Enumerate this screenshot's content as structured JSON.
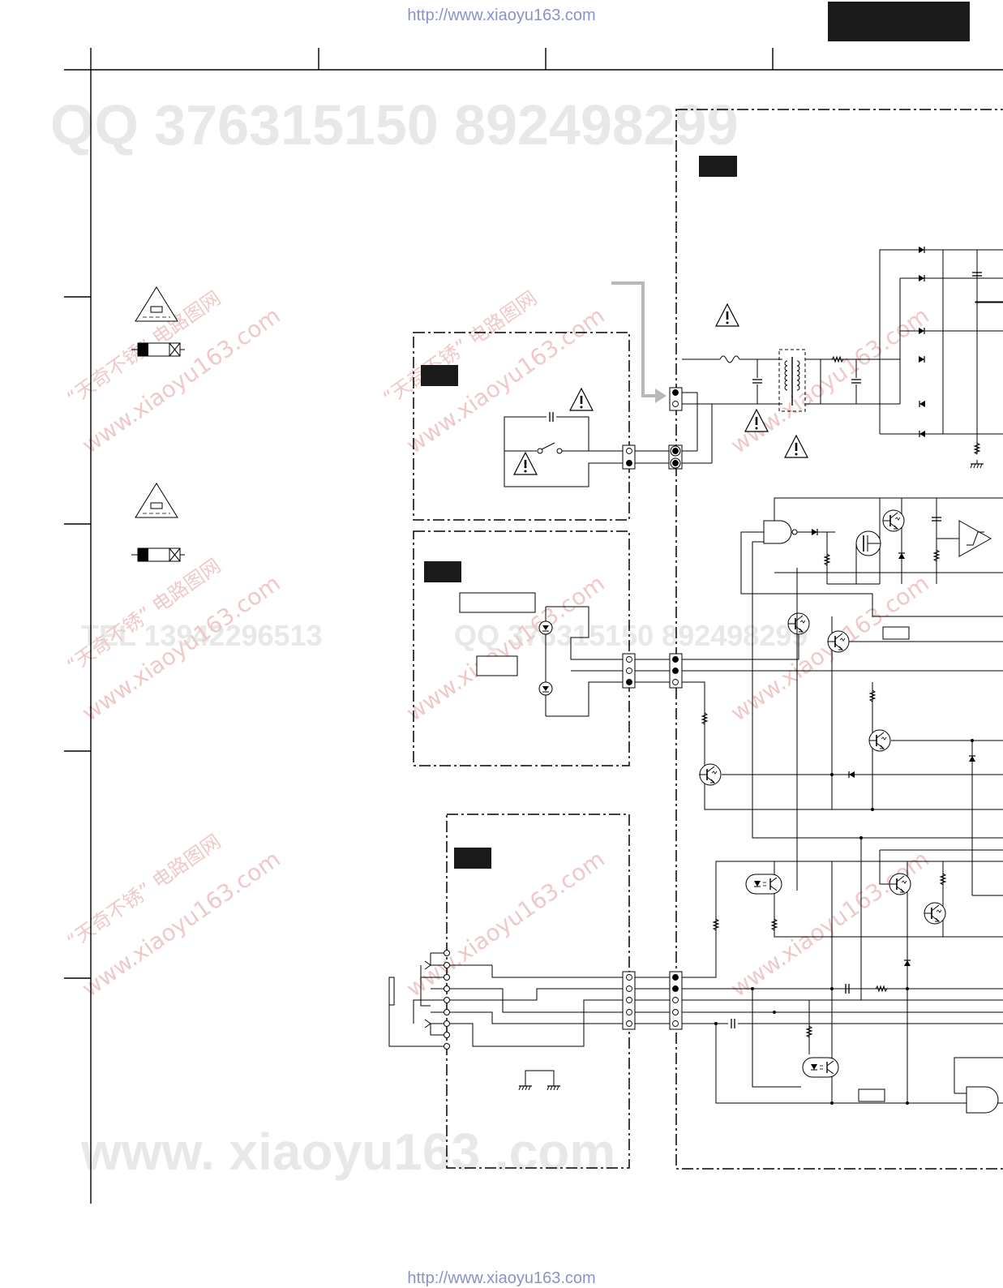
{
  "header": {
    "url_top": "http://www.xiaoyu163.com",
    "url_bottom": "http://www.xiaoyu163.com"
  },
  "watermarks": {
    "qq_line": "QQ 376315150     892498299",
    "tel_line": "TEL 13942296513",
    "mid_line": "QQ 376315150  892498299",
    "site_line": "www. xiaoyu163 .com",
    "diag_site": "www.xiaoyu163.com",
    "diag_cn": "“天奇不锈” 电路图网"
  },
  "colors": {
    "line": "#000000",
    "label_box": "#1a1a1a",
    "arrow": "#b8b8b8",
    "url": "#8a92c8"
  },
  "icons": [
    "warning-triangle-icon",
    "fuse-symbol-icon",
    "diode-icon",
    "led-icon",
    "transistor-icon",
    "optocoupler-icon",
    "ground-icon",
    "nand-gate-icon",
    "schmitt-buffer-icon",
    "switch-icon"
  ]
}
